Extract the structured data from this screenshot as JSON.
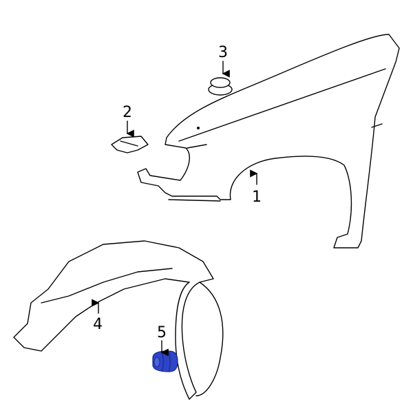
{
  "callouts": [
    {
      "id": "1",
      "label": "1"
    },
    {
      "id": "2",
      "label": "2"
    },
    {
      "id": "3",
      "label": "3"
    },
    {
      "id": "4",
      "label": "4"
    },
    {
      "id": "5",
      "label": "5"
    }
  ],
  "colors": {
    "highlight_part": "#2f45c8",
    "line": "#000000",
    "background": "#ffffff"
  }
}
